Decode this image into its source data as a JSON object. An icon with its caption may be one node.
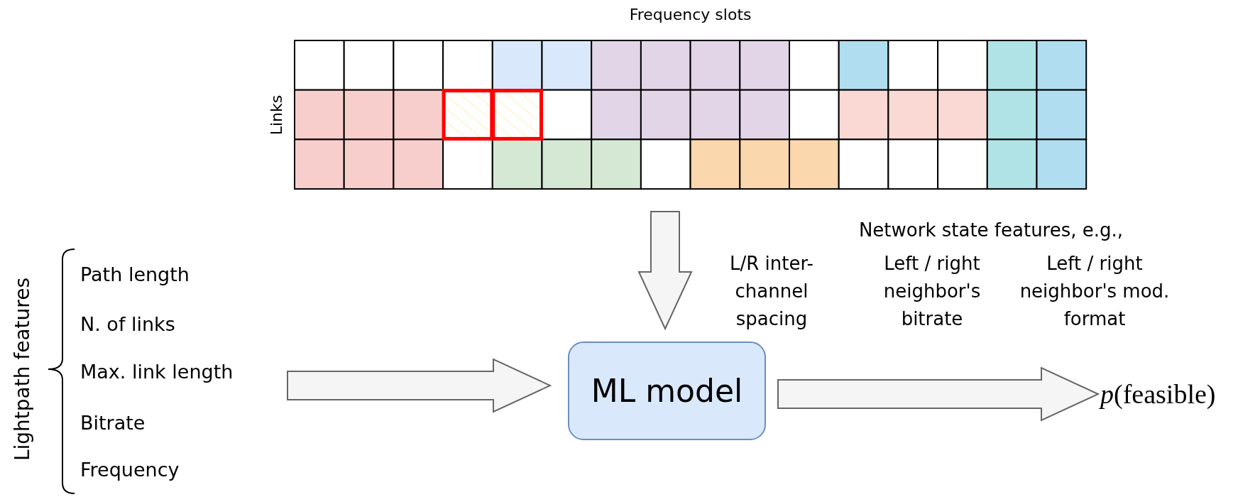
{
  "diagram": {
    "nodes": [
      {
        "text": [
          "Frequency slots",
          "Links"
        ]
      },
      {
        "text": [
          "Lightpath features",
          "Path length",
          "N. of links",
          "Max. link length",
          "Bitrate",
          "Frequency"
        ]
      },
      {
        "text": [
          "ML model"
        ]
      },
      {
        "text": [
          "*p*(feasible)"
        ]
      }
    ],
    "edges": [
      {
        "from": 0,
        "to": 2,
        "arrow": "to"
      },
      {
        "from": 1,
        "to": 2,
        "arrow": "to"
      },
      {
        "from": 2,
        "to": 3,
        "arrow": "to"
      }
    ],
    "labels": [
      "Network state features, e.g.,",
      "L/R inter- channel spacing",
      "Left / right neighbor's bitrate",
      "Left / right neighbor's mod. format"
    ]
  }
}
